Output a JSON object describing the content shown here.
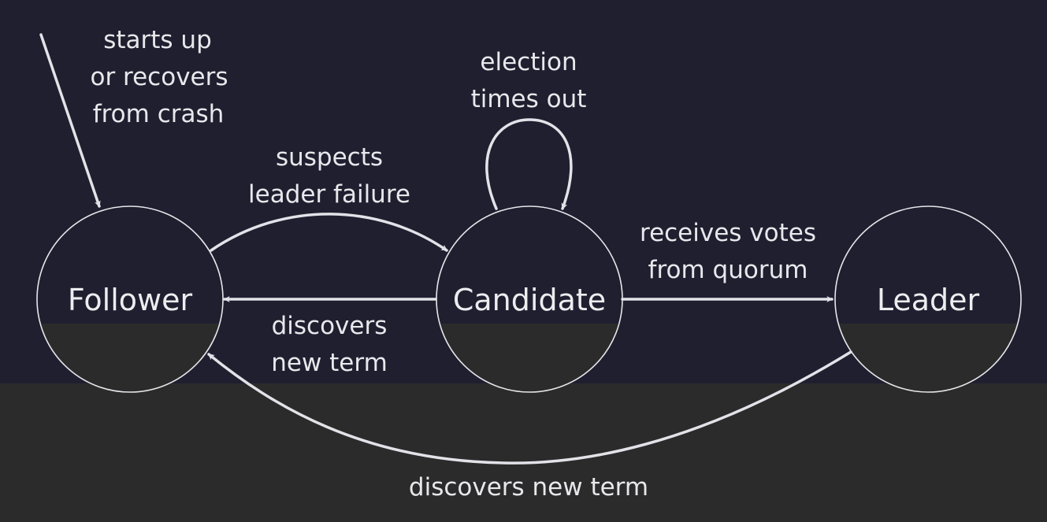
{
  "colors": {
    "background_top": "#1f1f30",
    "background_bottom": "#2b2b2b",
    "line": "#e2e2e8",
    "text": "#e8e8ec"
  },
  "states": {
    "follower": "Follower",
    "candidate": "Candidate",
    "leader": "Leader"
  },
  "transitions": {
    "start": [
      "starts up",
      "or recovers",
      "from crash"
    ],
    "timeout": [
      "election",
      "times out"
    ],
    "suspect": [
      "suspects",
      "leader failure"
    ],
    "quorum": [
      "receives votes",
      "from quorum"
    ],
    "discover_candidate": [
      "discovers",
      "new term"
    ],
    "discover_leader": "discovers new term"
  }
}
